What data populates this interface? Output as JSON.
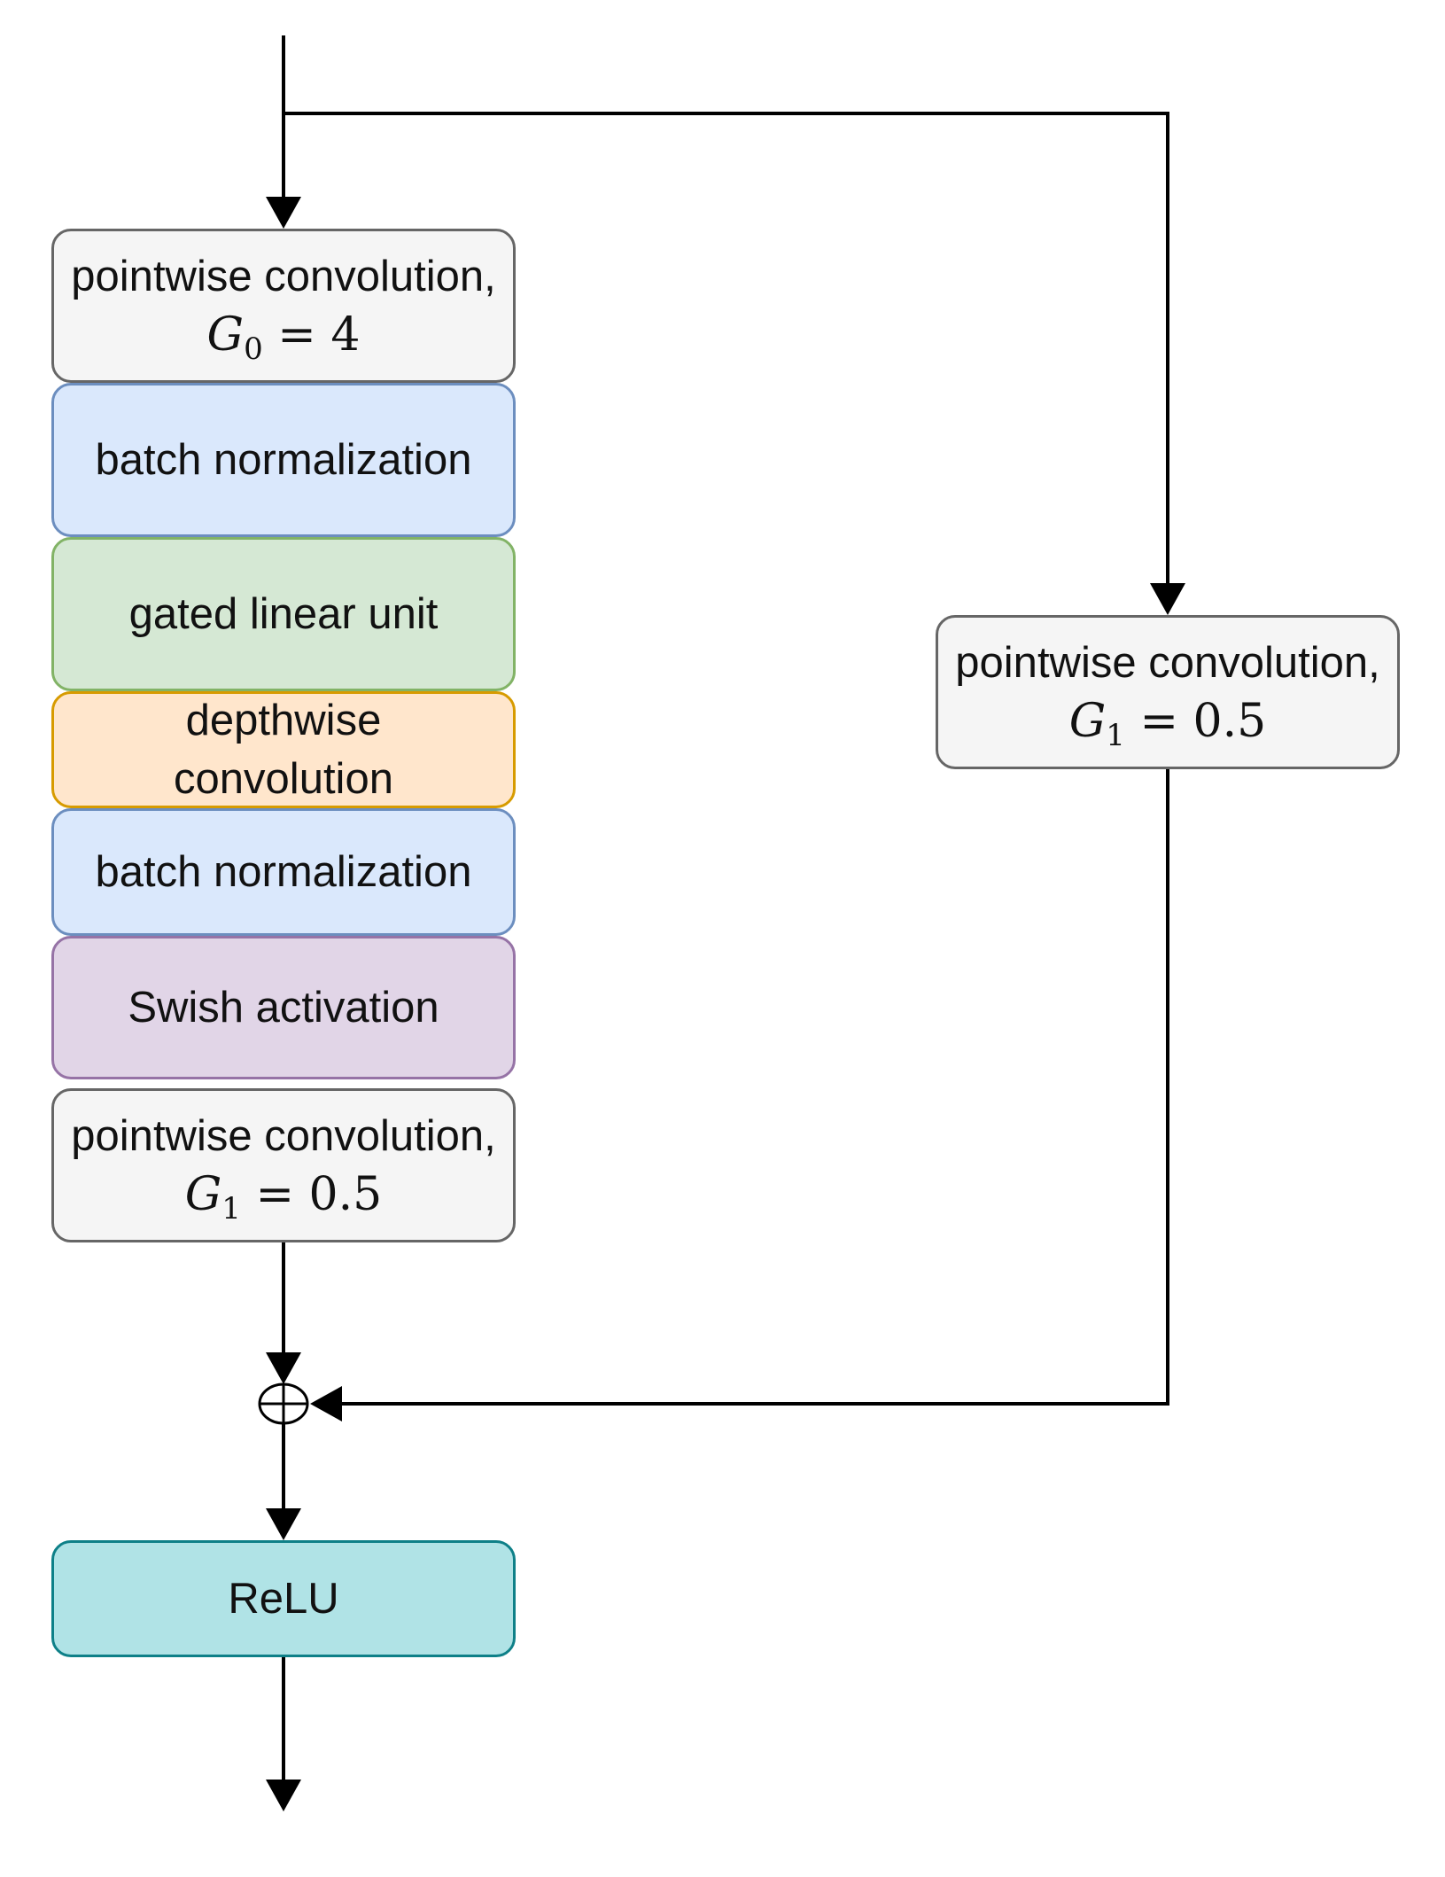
{
  "blocks": {
    "pw_conv_g0": {
      "label": "pointwise convolution,",
      "math_var": "G",
      "math_sub": "0",
      "math_rhs": "= 4"
    },
    "batch_norm_1": {
      "label": "batch normalization"
    },
    "glu": {
      "label": "gated linear unit"
    },
    "depthwise_conv": {
      "label": "depthwise convolution"
    },
    "batch_norm_2": {
      "label": "batch normalization"
    },
    "swish": {
      "label": "Swish activation"
    },
    "pw_conv_g1_main": {
      "label": "pointwise convolution,",
      "math_var": "G",
      "math_sub": "1",
      "math_rhs": "= 0.5"
    },
    "pw_conv_g1_skip": {
      "label": "pointwise convolution,",
      "math_var": "G",
      "math_sub": "1",
      "math_rhs": "= 0.5"
    },
    "relu": {
      "label": "ReLU"
    }
  },
  "colors": {
    "gray_fill": "#f5f5f5",
    "blue_fill": "#dae8fc",
    "green_fill": "#d5e8d4",
    "orange_fill": "#ffe6cc",
    "purple_fill": "#e1d5e7",
    "teal_fill": "#b0e3e6",
    "wire": "#000000"
  },
  "icons": {
    "sum_node": "circled-plus-icon"
  }
}
